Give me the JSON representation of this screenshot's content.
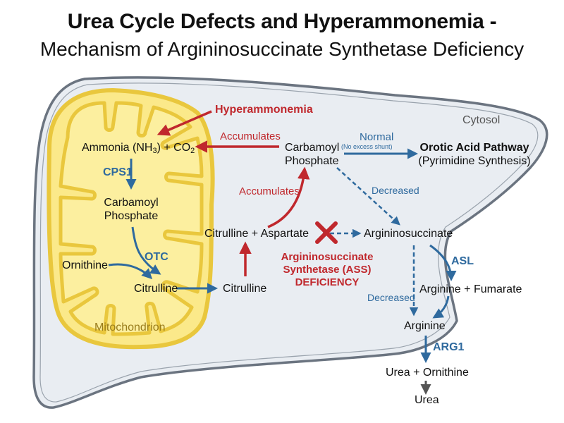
{
  "title": {
    "line1": "Urea Cycle Defects and Hyperammonemia -",
    "line2": "Mechanism of Argininosuccinate Synthetase Deficiency"
  },
  "compartments": {
    "cytosol": "Cytosol",
    "mitochondrion": "Mitochondrion"
  },
  "mito": {
    "ammonia_prefix": "Ammonia (NH",
    "ammonia_sub": "3",
    "ammonia_mid": ") + CO",
    "co2_sub": "2",
    "cps1": "CPS1",
    "carbamoyl_line1": "Carbamoyl",
    "carbamoyl_line2": "Phosphate",
    "otc": "OTC",
    "ornithine": "Ornithine",
    "citrulline": "Citrulline"
  },
  "cytosol": {
    "citrulline": "Citrulline",
    "citrulline_aspartate": "Citrulline + Aspartate",
    "carbamoyl_line1": "Carbamoyl",
    "carbamoyl_line2": "Phosphate",
    "argininosuccinate": "Argininosuccinate",
    "asl": "ASL",
    "arginine_fumarate": "Arginine + Fumarate",
    "arginine": "Arginine",
    "arg1": "ARG1",
    "urea_ornithine": "Urea + Ornithine",
    "urea": "Urea"
  },
  "pathway": {
    "orotic_line1": "Orotic Acid Pathway",
    "orotic_line2": "(Pyrimidine Synthesis)",
    "normal": "Normal",
    "normal_note": "(No excess shunt)"
  },
  "annotations": {
    "hyperammonemia": "Hyperammonemia",
    "accumulates_top": "Accumulates",
    "accumulates_mid": "Accumulates",
    "decreased_top": "Decreased",
    "decreased_bottom": "Decreased",
    "deficiency_line1": "Argininosuccinate",
    "deficiency_line2": "Synthetase (ASS)",
    "deficiency_line3": "DEFICIENCY"
  },
  "colors": {
    "red": "#c0282d",
    "blue": "#2f6a9e",
    "mito_fill": "#fbe98a",
    "mito_stroke": "#e9c73d",
    "cell_fill": "#e9edf2"
  }
}
